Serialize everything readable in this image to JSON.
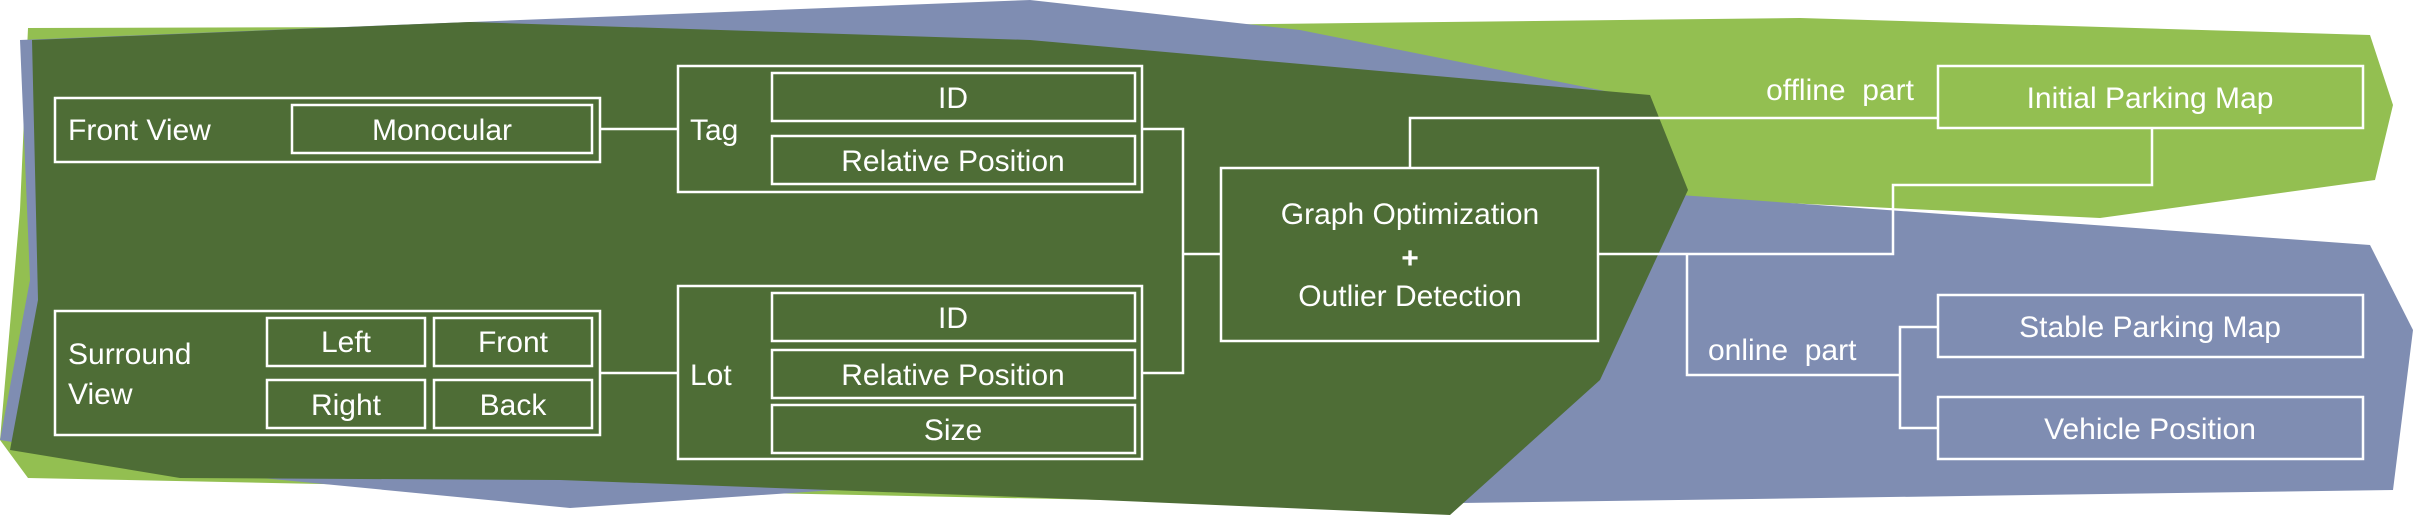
{
  "colors": {
    "offline_region": "#93bf51",
    "online_region": "#7f8db2",
    "sensing_region": "#4e6d36",
    "lines": "#ffffff"
  },
  "front_view": {
    "label": "Front View",
    "camera": "Monocular"
  },
  "surround_view": {
    "label_line1": "Surround",
    "label_line2": "View",
    "cameras": [
      "Left",
      "Front",
      "Right",
      "Back"
    ]
  },
  "tag": {
    "label": "Tag",
    "fields": [
      "ID",
      "Relative Position"
    ]
  },
  "lot": {
    "label": "Lot",
    "fields": [
      "ID",
      "Relative Position",
      "Size"
    ]
  },
  "optimizer": {
    "line1": "Graph Optimization",
    "line2": "+",
    "line3": "Outlier Detection"
  },
  "offline": {
    "label": "offline  part",
    "output": "Initial Parking Map"
  },
  "online": {
    "label": "online  part",
    "outputs": [
      "Stable Parking Map",
      "Vehicle Position"
    ]
  }
}
